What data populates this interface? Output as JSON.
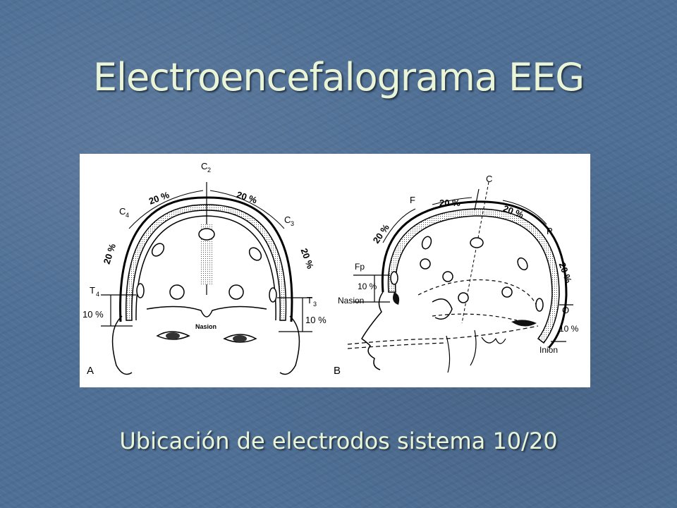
{
  "slide": {
    "title": "Electroencefalograma EEG",
    "caption": "Ubicación de electrodos sistema 10/20"
  },
  "figure": {
    "panel_a": {
      "letter": "A",
      "labels": {
        "cz": "C",
        "cz_sub": "2",
        "c4": "C",
        "c4_sub": "4",
        "c3": "C",
        "c3_sub": "3",
        "t4": "T",
        "t4_sub": "4",
        "t3": "T",
        "t3_sub": "3",
        "pct_top_left": "20 %",
        "pct_top_right": "20 %",
        "pct_side_left": "20 %",
        "pct_side_right": "20 %",
        "pct_bottom_left": "10 %",
        "pct_bottom_right": "10 %",
        "nasion": "Nasion"
      }
    },
    "panel_b": {
      "letter": "B",
      "labels": {
        "c": "C",
        "f": "F",
        "p": "P",
        "fp": "Fp",
        "o": "O",
        "pct_top_left": "20 %",
        "pct_top_mid": "20 %",
        "pct_top_right": "20 %",
        "pct_right": "20 %",
        "pct_front": "10 %",
        "pct_back": "10 %",
        "nasion": "Nasion",
        "inion": "Inion"
      }
    }
  },
  "colors": {
    "background": "#4f6f95",
    "title_text": "#eaf5d8",
    "figure_bg": "#ffffff"
  }
}
